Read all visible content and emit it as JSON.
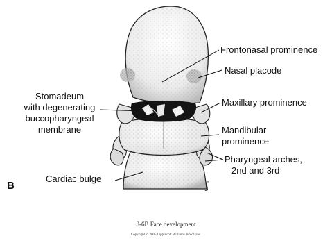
{
  "figure": {
    "panel_letter": "B",
    "labels": {
      "frontonasal": "Frontonasal prominence",
      "nasal_placode": "Nasal placode",
      "stomadeum_1": "Stomadeum",
      "stomadeum_2": "with degenerating",
      "stomadeum_3": "buccopharyngeal",
      "stomadeum_4": "membrane",
      "maxillary": "Maxillary prominence",
      "mandibular_1": "Mandibular",
      "mandibular_2": "prominence",
      "pharyngeal_1": "Pharyngeal arches,",
      "pharyngeal_2": "2nd and 3rd",
      "cardiac": "Cardiac bulge"
    },
    "artist_mark": "ʃ",
    "caption": "8-6B  Face development",
    "copyright": "Copyright © 2005 Lippincott Williams & Wilkins."
  }
}
